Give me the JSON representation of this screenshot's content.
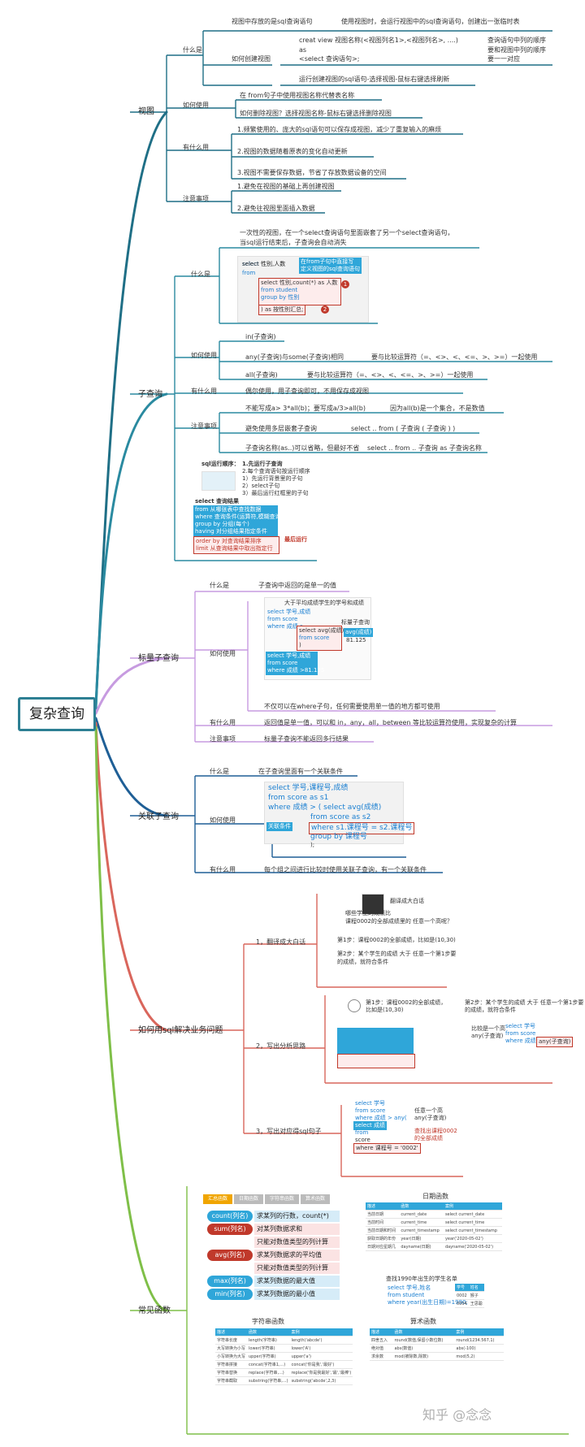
{
  "root": "复杂查询",
  "colors": {
    "view": "#1f6f86",
    "sub": "#2a8aa0",
    "scalar": "#c79be0",
    "corr": "#1f5f96",
    "solve": "#d9665c",
    "func": "#7fbf48",
    "accent": "#2fa6d9",
    "red": "#c0392b"
  },
  "view": {
    "label": "视图",
    "what": {
      "label": "什么是",
      "a": "视图中存放的是sql查询语句",
      "b": "使用视图时，会运行视图中的sql查询语句，创建出一张临时表",
      "create": {
        "label": "如何创建视图",
        "code1": "creat view 视图名称(<视图列名1>,<视图列名>, ....)",
        "code2": "as",
        "code3": "<select 查询语句>;",
        "note1": "查询语句中列的顺序",
        "note2": "要和视图中列的顺序",
        "note3": "要一一对应",
        "run": "运行创建视图的sql语句-选择视图-鼠标右键选择刷新"
      }
    },
    "use": {
      "label": "如何使用",
      "a": "在 from句子中使用视图名称代替表名称",
      "b": "如何删除视图？选择视图名称-鼠标右键选择删除视图"
    },
    "why": {
      "label": "有什么用",
      "a": "1.频繁使用的、庞大的sql语句可以保存成视图，减少了重复输入的麻烦",
      "b": "2.视图的数据随着原表的变化自动更新",
      "c": "3.视图不需要保存数据，节省了存放数据设备的空间"
    },
    "note": {
      "label": "注意事项",
      "a": "1.避免在视图的基础上再创建视图",
      "b": "2.避免往视图里面插入数据"
    }
  },
  "sub": {
    "label": "子查询",
    "what": {
      "label": "什么是",
      "a": "一次性的视图，在一个select查询语句里面嵌套了另一个select查询语句，",
      "b": "当sql运行结束后，子查询会自动消失",
      "c1": "select 性别,人数",
      "c2": "from",
      "c3": "select 性别,count(*) as 人数",
      "c4": "from student",
      "c5": "group by 性别",
      "c6": ") as 按性别汇总;",
      "tip1": "在from子句中直接写",
      "tip2": "定义视图的sql查询语句",
      "n1": "1",
      "n2": "2"
    },
    "use": {
      "label": "如何使用",
      "a": "in(子查询)",
      "b": "any(子查询)与some(子查询)相同",
      "b2": "要与比较运算符（=、<>、<、<=、>、>=）一起使用",
      "c": "all(子查询)",
      "c2": "要与比较运算符（=、<>、<、<=、>、>=）一起使用"
    },
    "why": {
      "label": "有什么用",
      "a": "偶尔使用，用子查询即可，不用保存成视图"
    },
    "note": {
      "label": "注意事项",
      "a": "不能写成a> 3*all(b)；要写成a/3>all(b)",
      "a2": "因为all(b)是一个集合，不是数值",
      "b": "避免使用多层嵌套子查询",
      "b2": "select .. from ( 子查询 ( 子查询 ) )",
      "c": "子查询名称(as..)可以省略，但最好不省",
      "c2": "select .. from .. 子查询 as 子查询名称",
      "order_title": "sql运行顺序：",
      "o1": "1.先运行子查询",
      "o2": "2.每个查询语句按运行顺序",
      "o3": "1）先运行背景里的子句",
      "o4": "2）select子句",
      "o5": "3）最后运行红框里的子句",
      "res_title": "select 查询结果",
      "r1": "from 从哪张表中查找数据",
      "r2": "where 查询条件(运算符,模糊查询)",
      "r3": "group by 分组(每个)",
      "r4": "having 对分组结果指定条件",
      "r5": "order by 对查询结果排序",
      "r6": "limit 从查询结果中取出指定行",
      "last": "最后运行"
    }
  },
  "scalar": {
    "label": "标量子查询",
    "what": {
      "label": "什么是",
      "a": "子查询中返回的是单一的值"
    },
    "use": {
      "label": "如何使用",
      "title": "大于平均成绩学生的学号和成绩",
      "q1": "select 学号,成绩",
      "q2": "from score",
      "q3": "where 成绩 >",
      "q4": "select avg(成绩)",
      "q5": "from score",
      "q6": ")",
      "res_label": "标量子查询",
      "res_col": "avg(成绩)",
      "res_val": "81.125",
      "p1": "select 学号,成绩",
      "p2": "from score",
      "p3": "where 成绩 >81.125",
      "a": "不仅可以在where子句，任何需要使用单一值的地方都可使用"
    },
    "why": {
      "label": "有什么用",
      "a": "返回值是单一值，可以和 in，any，all，between 等比较运算符使用，实现复杂的计算"
    },
    "note": {
      "label": "注意事项",
      "a": "标量子查询不能返回多行结果"
    }
  },
  "corr": {
    "label": "关联子查询",
    "what": {
      "label": "什么是",
      "a": "在子查询里面有一个关联条件"
    },
    "use": {
      "label": "如何使用",
      "c1": "select 学号,课程号,成绩",
      "c2": "from score as s1",
      "c3": "where 成绩 > ( select avg(成绩)",
      "c4": "from score as s2",
      "c5": "where s1.课程号 = s2.课程号",
      "c6": "group by 课程号",
      "c7": ");",
      "tag": "关联条件"
    },
    "why": {
      "label": "有什么用",
      "a": "每个组之间进行比较时使用关联子查询，有一个关联条件"
    }
  },
  "solve": {
    "label": "如何用sql解决业务问题",
    "s1": {
      "label": "1，翻译成大白话",
      "t": "翻译成大白话",
      "q": "哪些学生的成绩比",
      "q2": "课程0002的全部成绩里的 任意一个高呢？",
      "step1": "第1步：课程0002的全部成绩，比如是(10,30)",
      "step2": "第2步：某个学生的成绩 大于 任意一个第1步要",
      "step2b": "的成绩，就符合条件"
    },
    "s2": {
      "label": "2，写出分析思路",
      "a": "第1步：课程0002的全部成绩，",
      "a2": "比如是(10,30)",
      "b": "第2步：某个学生的成绩 大于 任意一个第1步要",
      "b2": "的成绩，就符合条件",
      "any": "比较是一个高",
      "any2": "any(子查询)",
      "x1": "select 学号",
      "x2": "from score",
      "x3": "where 成绩 >",
      "x4": "any(子查询)"
    },
    "s3": {
      "label": "3，写出对应得sql句子",
      "a": "任意一个高",
      "a2": "any(子查询)",
      "b": "查找出课程0002",
      "b2": "的全部成绩",
      "q1": "select 学号",
      "q2": "from score",
      "q3": "where 成绩 > any(",
      "q4": "select 成绩",
      "q5": "from",
      "q6": "score",
      "q7": "where 课程号 = '0002'"
    }
  },
  "func": {
    "label": "常见函数",
    "tabs": [
      "汇总函数",
      "日期函数",
      "字符串函数",
      "算术函数"
    ],
    "agg": [
      {
        "fn": "count(列名)",
        "d": "求某列的行数，count(*)"
      },
      {
        "fn": "sum(列名)",
        "d": "对某列数据求和"
      },
      {
        "fn": "",
        "d": "只能对数值类型的列计算"
      },
      {
        "fn": "avg(列名)",
        "d": "求某列数据求的平均值"
      },
      {
        "fn": "",
        "d": "只能对数值类型的列计算"
      },
      {
        "fn": "max(列名)",
        "d": "求某列数据的最大值"
      },
      {
        "fn": "min(列名)",
        "d": "求某列数据的最小值"
      }
    ],
    "date": {
      "title": "日期函数",
      "head": [
        "描述",
        "函数",
        "案例"
      ],
      "rows": [
        [
          "当前日期",
          "current_date",
          "select current_date"
        ],
        [
          "当前时间",
          "current_time",
          "select current_time"
        ],
        [
          "当前日期和时间",
          "current_timestamp",
          "select current_timestamp"
        ],
        [
          "获取日期的年份",
          "year(日期)",
          "year('2020-05-02')"
        ],
        [
          "日期对应星期几",
          "dayname(日期)",
          "dayname('2020-05-02')"
        ]
      ],
      "q": "查找1990年出生的学生名单",
      "q1": "select 学号,姓名",
      "q2": "from student",
      "q3": "where year(出生日期)=1990;",
      "rh": [
        "学号",
        "姓名"
      ],
      "rr": [
        [
          "0002",
          "猴子"
        ],
        [
          "0004",
          "王思聪"
        ]
      ]
    },
    "str": {
      "title": "字符串函数",
      "head": [
        "描述",
        "函数",
        "案例"
      ],
      "rows": [
        [
          "字符串长度",
          "length(字符串)",
          "length('abcde')"
        ],
        [
          "大写转换为小写",
          "lower(字符串)",
          "lower('A')"
        ],
        [
          "小写转换为大写",
          "upper(字符串)",
          "upper('a')"
        ],
        [
          "字符串拼接",
          "concat(字符串1,...)",
          "concat('你是我','最好')"
        ],
        [
          "字符串替换",
          "replace(字符串,...)",
          "replace('你是我最好','最','最棒')"
        ],
        [
          "字符串截取",
          "substring(字符串,...)",
          "substring('abcde',2,3)"
        ]
      ]
    },
    "math": {
      "title": "算术函数",
      "head": [
        "描述",
        "函数",
        "案例"
      ],
      "rows": [
        [
          "四舍五入",
          "round(数值,保留小数位数)",
          "round(1234.567,1)"
        ],
        [
          "绝对值",
          "abs(数值)",
          "abs(-100)"
        ],
        [
          "求余数",
          "mod(被除数,除数)",
          "mod(5,2)"
        ]
      ]
    }
  },
  "watermark": "知乎 @念念"
}
